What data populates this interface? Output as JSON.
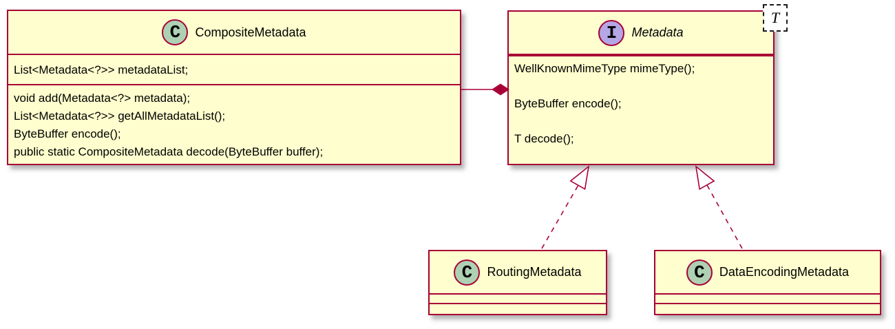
{
  "diagram": {
    "kind": "uml-class-diagram",
    "colors": {
      "box_fill": "#FEFECE",
      "box_border": "#A80036",
      "class_icon_fill": "#ADD1B2",
      "interface_icon_fill": "#B4A7E5",
      "icon_letter_color": "#000000",
      "connector": "#A80036",
      "generic_box_border": "#1A1A1A",
      "background": "#FFFFFF"
    },
    "classes": {
      "composite": {
        "stereotype_letter": "C",
        "stereotype": "class",
        "name": "CompositeMetadata",
        "fields": [
          "List<Metadata<?>> metadataList;"
        ],
        "methods": [
          "void add(Metadata<?> metadata);",
          "List<Metadata<?>> getAllMetadataList();",
          "ByteBuffer encode();",
          "public static CompositeMetadata decode(ByteBuffer buffer);"
        ]
      },
      "metadata": {
        "stereotype_letter": "I",
        "stereotype": "interface",
        "name": "Metadata",
        "generic_type": "T",
        "fields": [],
        "methods": [
          "WellKnownMimeType mimeType();",
          "ByteBuffer encode();",
          "T decode();"
        ]
      },
      "routing": {
        "stereotype_letter": "C",
        "stereotype": "class",
        "name": "RoutingMetadata",
        "fields": [],
        "methods": []
      },
      "data_encoding": {
        "stereotype_letter": "C",
        "stereotype": "class",
        "name": "DataEncodingMetadata",
        "fields": [],
        "methods": []
      }
    },
    "relationships": [
      {
        "from": "CompositeMetadata",
        "to": "Metadata",
        "type": "composition",
        "style": "solid",
        "marker": "filled-diamond"
      },
      {
        "from": "RoutingMetadata",
        "to": "Metadata",
        "type": "realization",
        "style": "dashed",
        "marker": "hollow-triangle"
      },
      {
        "from": "DataEncodingMetadata",
        "to": "Metadata",
        "type": "realization",
        "style": "dashed",
        "marker": "hollow-triangle"
      }
    ]
  }
}
